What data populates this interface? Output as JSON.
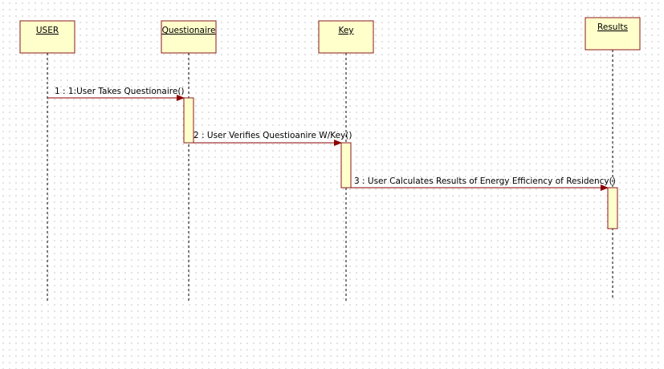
{
  "colors": {
    "box_fill": "#ffffcc",
    "box_stroke": "#8b1a1a",
    "arrow": "#8b0000",
    "lifeline": "#000000"
  },
  "objects": {
    "user": "USER",
    "questionaire": "Questionaire",
    "key": "Key",
    "results": "Results"
  },
  "messages": {
    "m1": "1 : 1:User Takes Questionaire()",
    "m2": "2 : User Verifies Questioanire W/Key()",
    "m3": "3 : User Calculates Results of Energy Efficiency of Residency()"
  }
}
